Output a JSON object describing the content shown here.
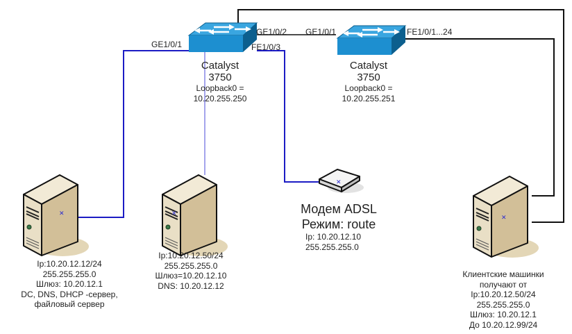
{
  "colors": {
    "blue_link": "#1b1bc4",
    "black_link": "#111111",
    "switch_top": "#3aa6e0",
    "switch_front": "#1d8fd0",
    "switch_side": "#0c5f8e",
    "server_body": "#e8dcc0",
    "server_side": "#cbb894"
  },
  "switch1": {
    "name": "Catalyst",
    "model": "3750",
    "loopback_label": "Loopback0 =",
    "loopback_ip": "10.20.255.250",
    "ports": {
      "left": "GE1/0/1",
      "right_top": "GE1/0/2",
      "right_bottom": "FE1/0/3"
    }
  },
  "switch2": {
    "name": "Catalyst",
    "model": "3750",
    "loopback_label": "Loopback0 =",
    "loopback_ip": "10.20.255.251",
    "ports": {
      "left": "GE1/0/1",
      "right": "FE1/0/1...24"
    }
  },
  "server_dc": {
    "lines": [
      "Ip:10.20.12.12/24",
      "255.255.255.0",
      "Шлюз: 10.20.12.1",
      "DC, DNS, DHCP -сервер,",
      "файловый сервер"
    ]
  },
  "server_2": {
    "lines": [
      "Ip:10.20.12.50/24",
      "255.255.255.0",
      "Шлюз=10.20.12.10",
      "DNS: 10.20.12.12"
    ]
  },
  "modem": {
    "title": "Модем ADSL",
    "mode": "Режим: route",
    "ip": "Ip: 10.20.12.10",
    "mask": "255.255.255.0"
  },
  "clients": {
    "lines": [
      "Клиентские машинки",
      "получают от",
      "Ip:10.20.12.50/24",
      "255.255.255.0",
      "Шлюз: 10.20.12.1",
      "До 10.20.12.99/24"
    ]
  },
  "icons": {
    "switch": "network-switch-icon",
    "server": "tower-server-icon",
    "modem": "adsl-modem-icon"
  }
}
